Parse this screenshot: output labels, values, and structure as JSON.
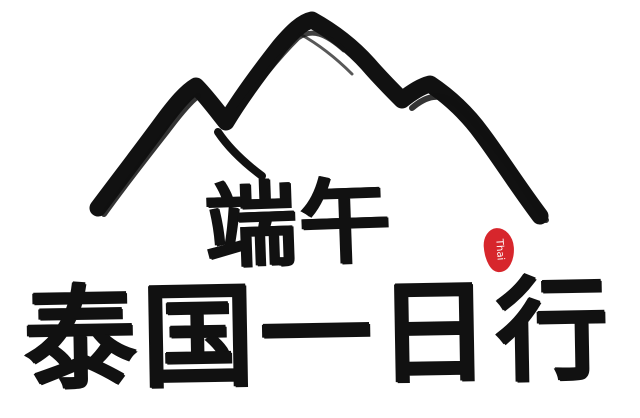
{
  "artwork": {
    "title_line_1": "端午",
    "title_line_2": "泰国一日行",
    "seal_text": "Thai",
    "colors": {
      "ink": "#111111",
      "seal": "#d7262c",
      "background": "#ffffff"
    },
    "icons": [
      "mountain-brush-icon",
      "seal-stamp-icon"
    ]
  }
}
